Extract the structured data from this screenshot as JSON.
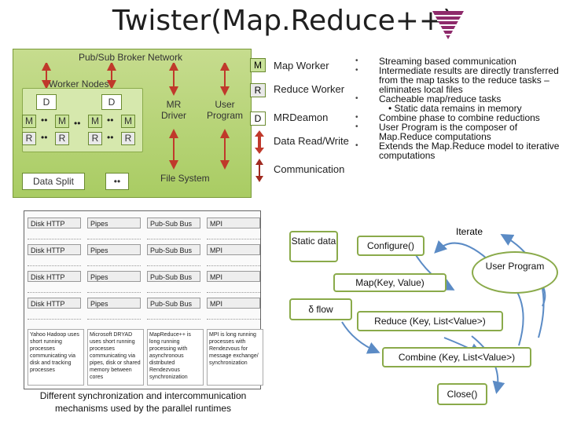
{
  "title": "Twister(Map.Reduce++)",
  "arch": {
    "broker_label": "Pub/Sub Broker Network",
    "worker_nodes_label": "Worker Nodes",
    "d_label": "D",
    "m_label": "M",
    "r_label": "R",
    "mr_driver_label": "MR Driver",
    "user_program_label": "User Program",
    "file_system_label": "File System",
    "data_split_label": "Data Split",
    "dots": "••"
  },
  "legend": [
    {
      "key": "M",
      "text": "Map Worker"
    },
    {
      "key": "R",
      "text": "Reduce Worker"
    },
    {
      "key": "D",
      "text": "MRDeamon"
    },
    {
      "key": "",
      "text": "Data Read/Write"
    },
    {
      "key": "",
      "text": "Communication"
    }
  ],
  "bullets": [
    {
      "text": "Streaming based communication",
      "sub": false
    },
    {
      "text": "Intermediate results are directly transferred from the map tasks to the reduce tasks – eliminates local files",
      "sub": false
    },
    {
      "text": "Cacheable map/reduce tasks",
      "sub": false
    },
    {
      "text": "• Static data remains in memory",
      "sub": true
    },
    {
      "text": "Combine phase to combine reductions",
      "sub": false
    },
    {
      "text": "User Program is the composer of Map.Reduce computations",
      "sub": false
    },
    {
      "text": "Extends the Map.Reduce model to iterative computations",
      "sub": false
    }
  ],
  "table": {
    "rows": [
      [
        "Disk HTTP",
        "Pipes",
        "Pub-Sub Bus",
        "MPI"
      ],
      [
        "Disk HTTP",
        "Pipes",
        "Pub-Sub Bus",
        "MPI"
      ],
      [
        "Disk HTTP",
        "Pipes",
        "Pub-Sub Bus",
        "MPI"
      ],
      [
        "Disk HTTP",
        "Pipes",
        "Pub-Sub Bus",
        "MPI"
      ]
    ],
    "descriptions": [
      "Yahoo Hadoop uses short running processes communicating via disk and tracking processes",
      "Microsoft DRYAD uses short running processes communicating via pipes, disk or shared memory between cores",
      "MapReduce++ is long running processing with asynchronous distributed Rendezvous synchronization",
      "MPI is long running processes with Rendezvous for message exchange/ synchronization"
    ]
  },
  "caption": "Different synchronization and intercommunication mechanisms used by the parallel runtimes",
  "flow": {
    "static_data": "Static data",
    "configure": "Configure()",
    "iterate": "Iterate",
    "user_program": "User Program",
    "map": "Map(Key, Value)",
    "delta_flow": "δ flow",
    "reduce": "Reduce (Key, List<Value>)",
    "combine": "Combine (Key, List<Value>)",
    "close": "Close()"
  },
  "colors": {
    "green_panel": "#b5d476",
    "accent_red": "#c0392b",
    "flow_border": "#8aaa4a",
    "arrow_blue": "#5b8bc5",
    "highlight_blue": "#1f4fb0"
  }
}
